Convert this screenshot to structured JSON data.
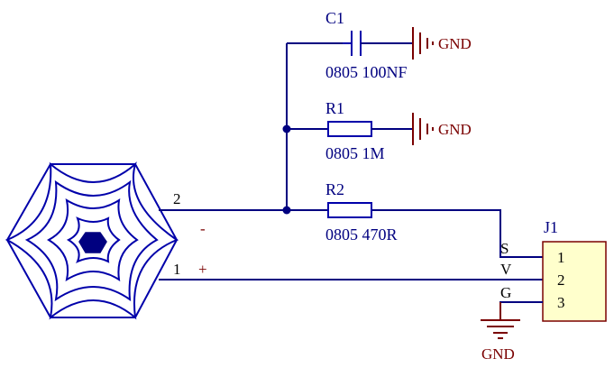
{
  "colors": {
    "wire": "#000080",
    "ground": "#7a0000",
    "connector_fill": "#ffffcc"
  },
  "c1": {
    "ref": "C1",
    "value": "0805 100NF",
    "gnd": "GND"
  },
  "r1": {
    "ref": "R1",
    "value": "0805 1M",
    "gnd": "GND"
  },
  "r2": {
    "ref": "R2",
    "value": "0805 470R"
  },
  "sensor": {
    "icon": "touch-pad-icon",
    "pin_minus_num": "2",
    "pin_minus_sign": "-",
    "pin_plus_num": "1",
    "pin_plus_sign": "+"
  },
  "j1": {
    "ref": "J1",
    "pins": [
      "1",
      "2",
      "3"
    ],
    "nets": [
      "S",
      "V",
      "G"
    ],
    "gnd": "GND"
  }
}
